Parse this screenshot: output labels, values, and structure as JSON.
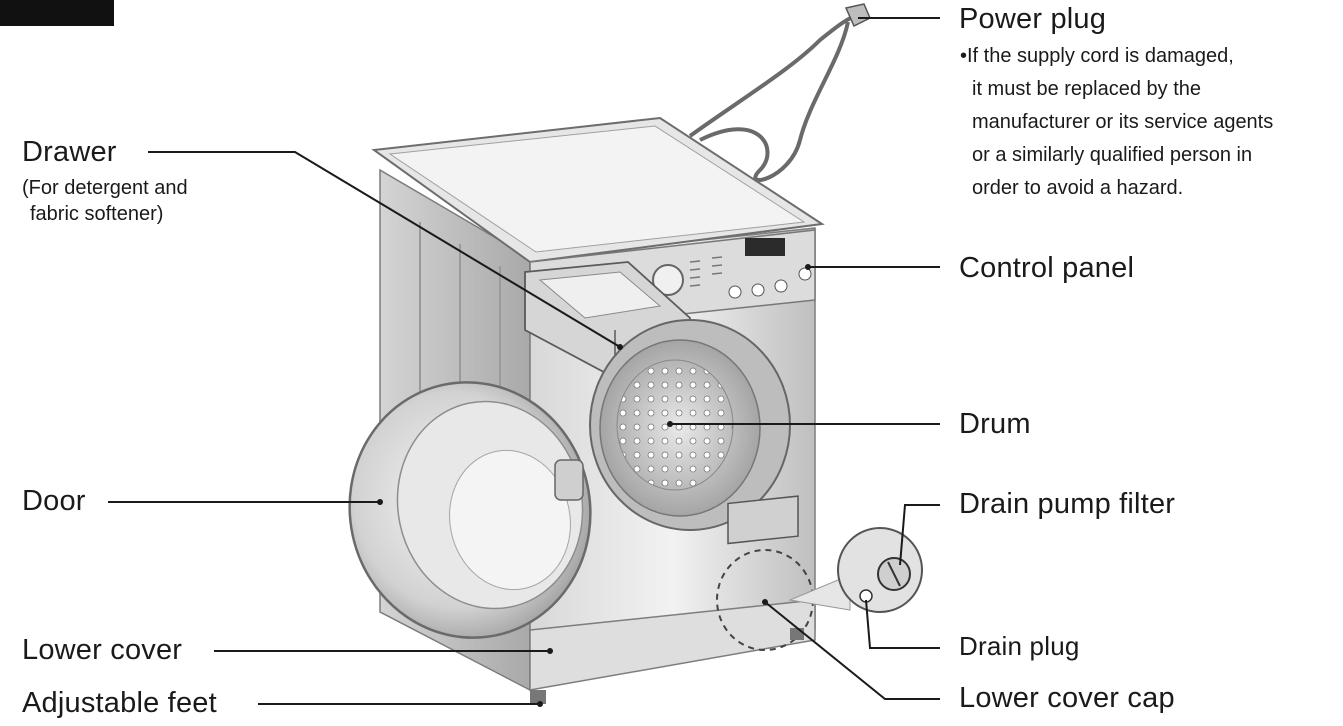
{
  "labels": {
    "power_plug": "Power plug",
    "power_plug_note": [
      "•If the supply cord is damaged,",
      "it must be replaced by the",
      "manufacturer or its service agents",
      "or a similarly qualified person in",
      "order to avoid a hazard."
    ],
    "drawer": "Drawer",
    "drawer_note_1": "(For detergent and",
    "drawer_note_2": "fabric softener)",
    "control_panel": "Control panel",
    "drum": "Drum",
    "door": "Door",
    "drain_pump_filter": "Drain pump filter",
    "drain_plug": "Drain plug",
    "lower_cover": "Lower cover",
    "lower_cover_cap": "Lower cover cap",
    "adjustable_feet": "Adjustable feet"
  },
  "colors": {
    "body_light": "#eeeeee",
    "body_mid": "#c9c9c9",
    "body_dark": "#8d8d8d",
    "leader_line": "#1a1a1a"
  }
}
